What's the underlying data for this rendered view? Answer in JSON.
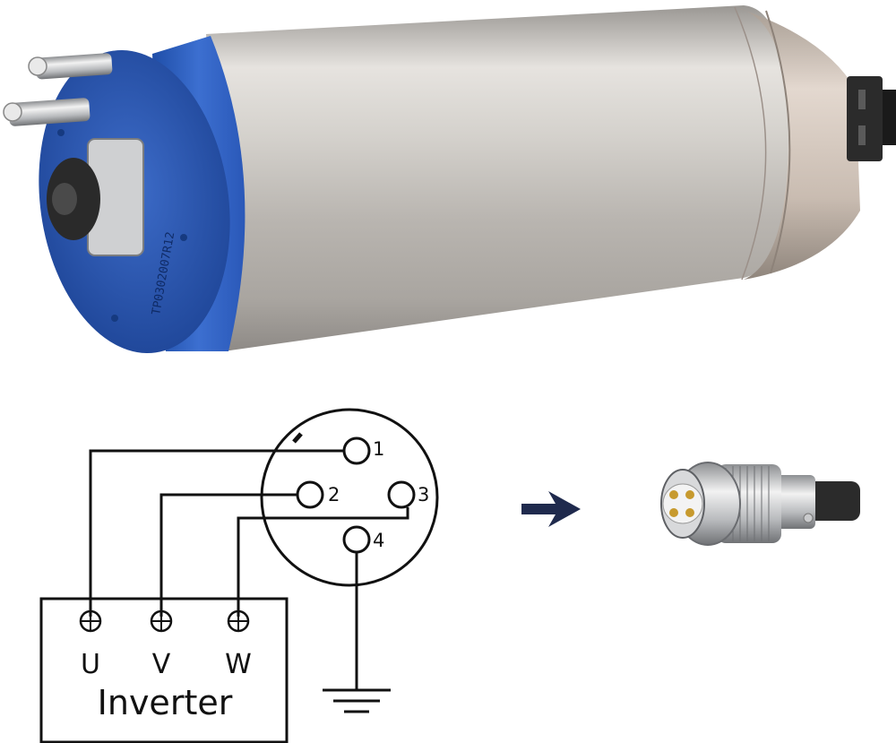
{
  "product_image": {
    "subject": "spindle-motor",
    "housing_color": "#c8c6c2",
    "end_cap_color": "#2f5fbe",
    "engraving": "TP0302007R12"
  },
  "wiring_diagram": {
    "pins": [
      {
        "number": "1"
      },
      {
        "number": "2"
      },
      {
        "number": "3"
      },
      {
        "number": "4"
      }
    ],
    "terminals": [
      {
        "label": "U"
      },
      {
        "label": "V"
      },
      {
        "label": "W"
      }
    ],
    "box_label": "Inverter",
    "ground_symbol": "ground-icon"
  },
  "arrow": {
    "color": "#1f2a4d"
  },
  "connector_photo": {
    "subject": "4-pin aviation plug"
  }
}
